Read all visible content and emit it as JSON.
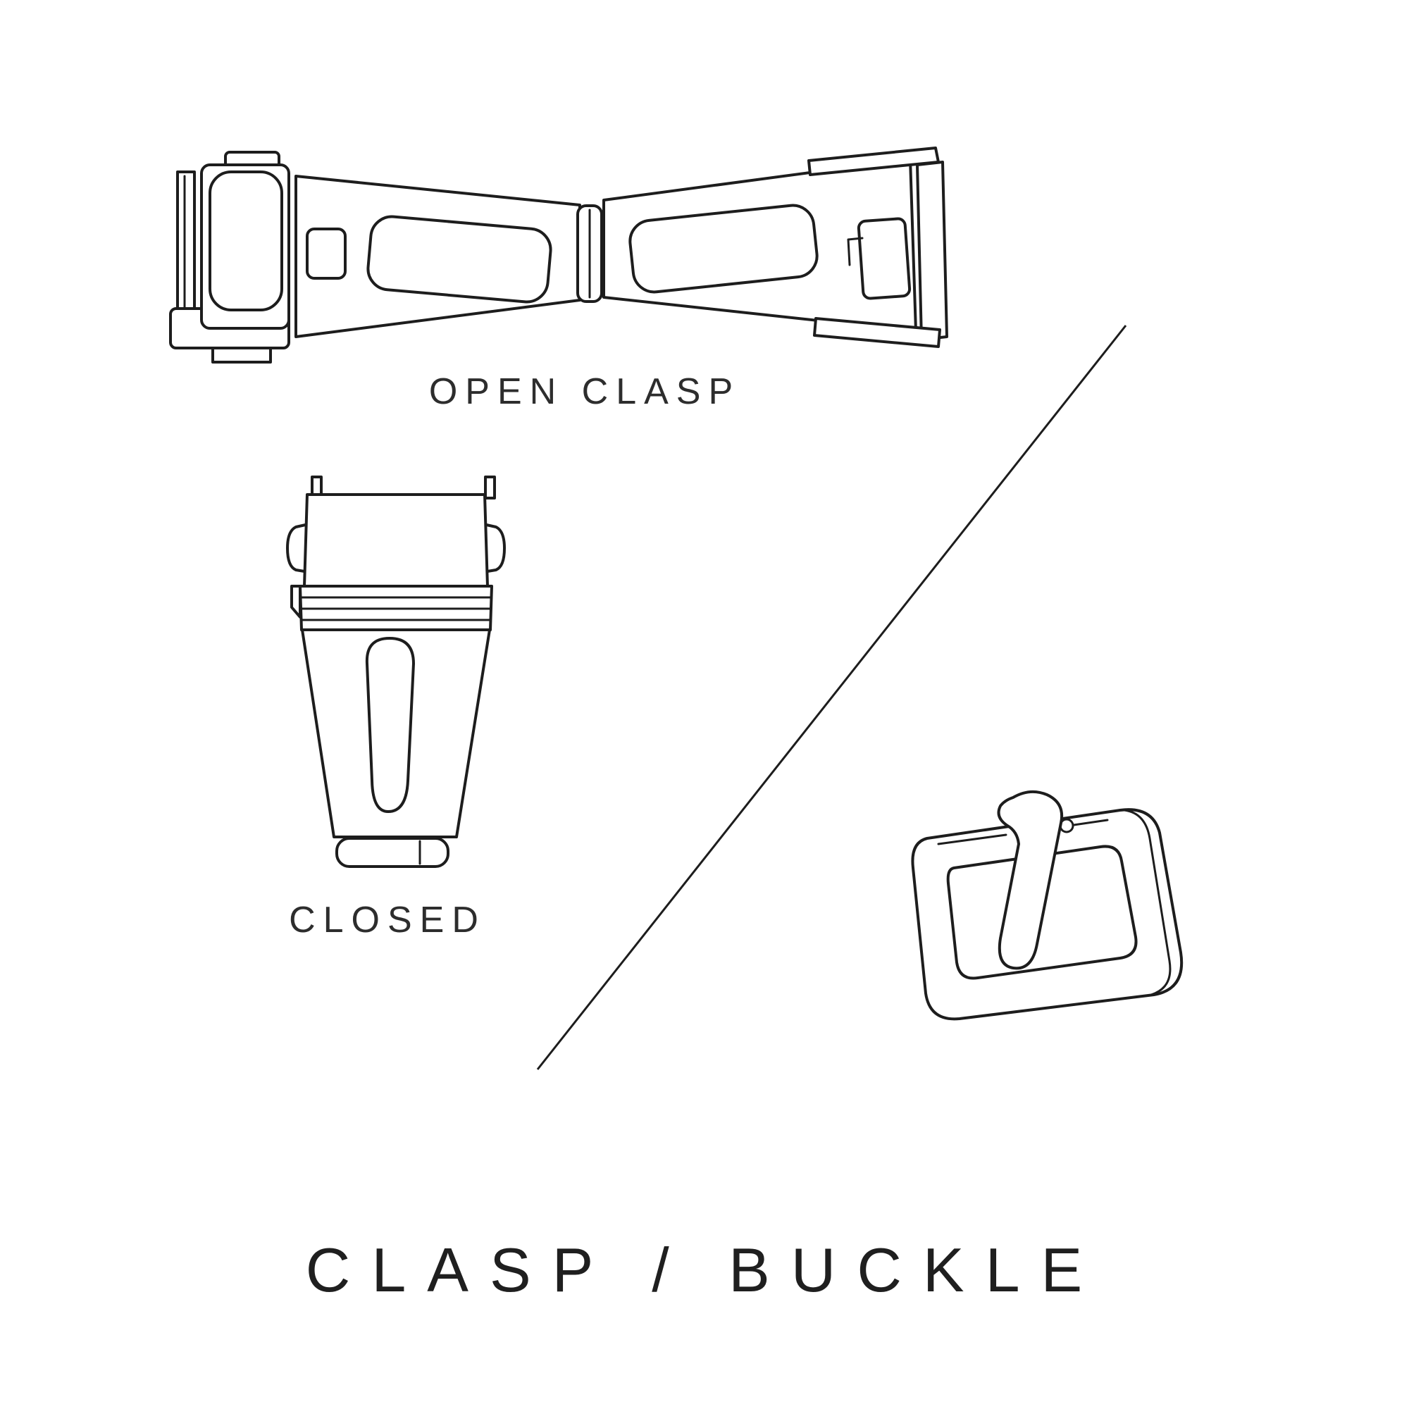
{
  "page": {
    "background_color": "#ffffff",
    "line_color": "#1d1d1d",
    "text_color": "#2d2d2d"
  },
  "labels": {
    "open_clasp": "OPEN CLASP",
    "closed": "CLOSED",
    "title": "CLASP / BUCKLE"
  },
  "figures": [
    {
      "name": "open-clasp-illustration",
      "caption": "OPEN CLASP"
    },
    {
      "name": "closed-clasp-illustration",
      "caption": "CLOSED"
    },
    {
      "name": "buckle-illustration",
      "caption": ""
    }
  ]
}
